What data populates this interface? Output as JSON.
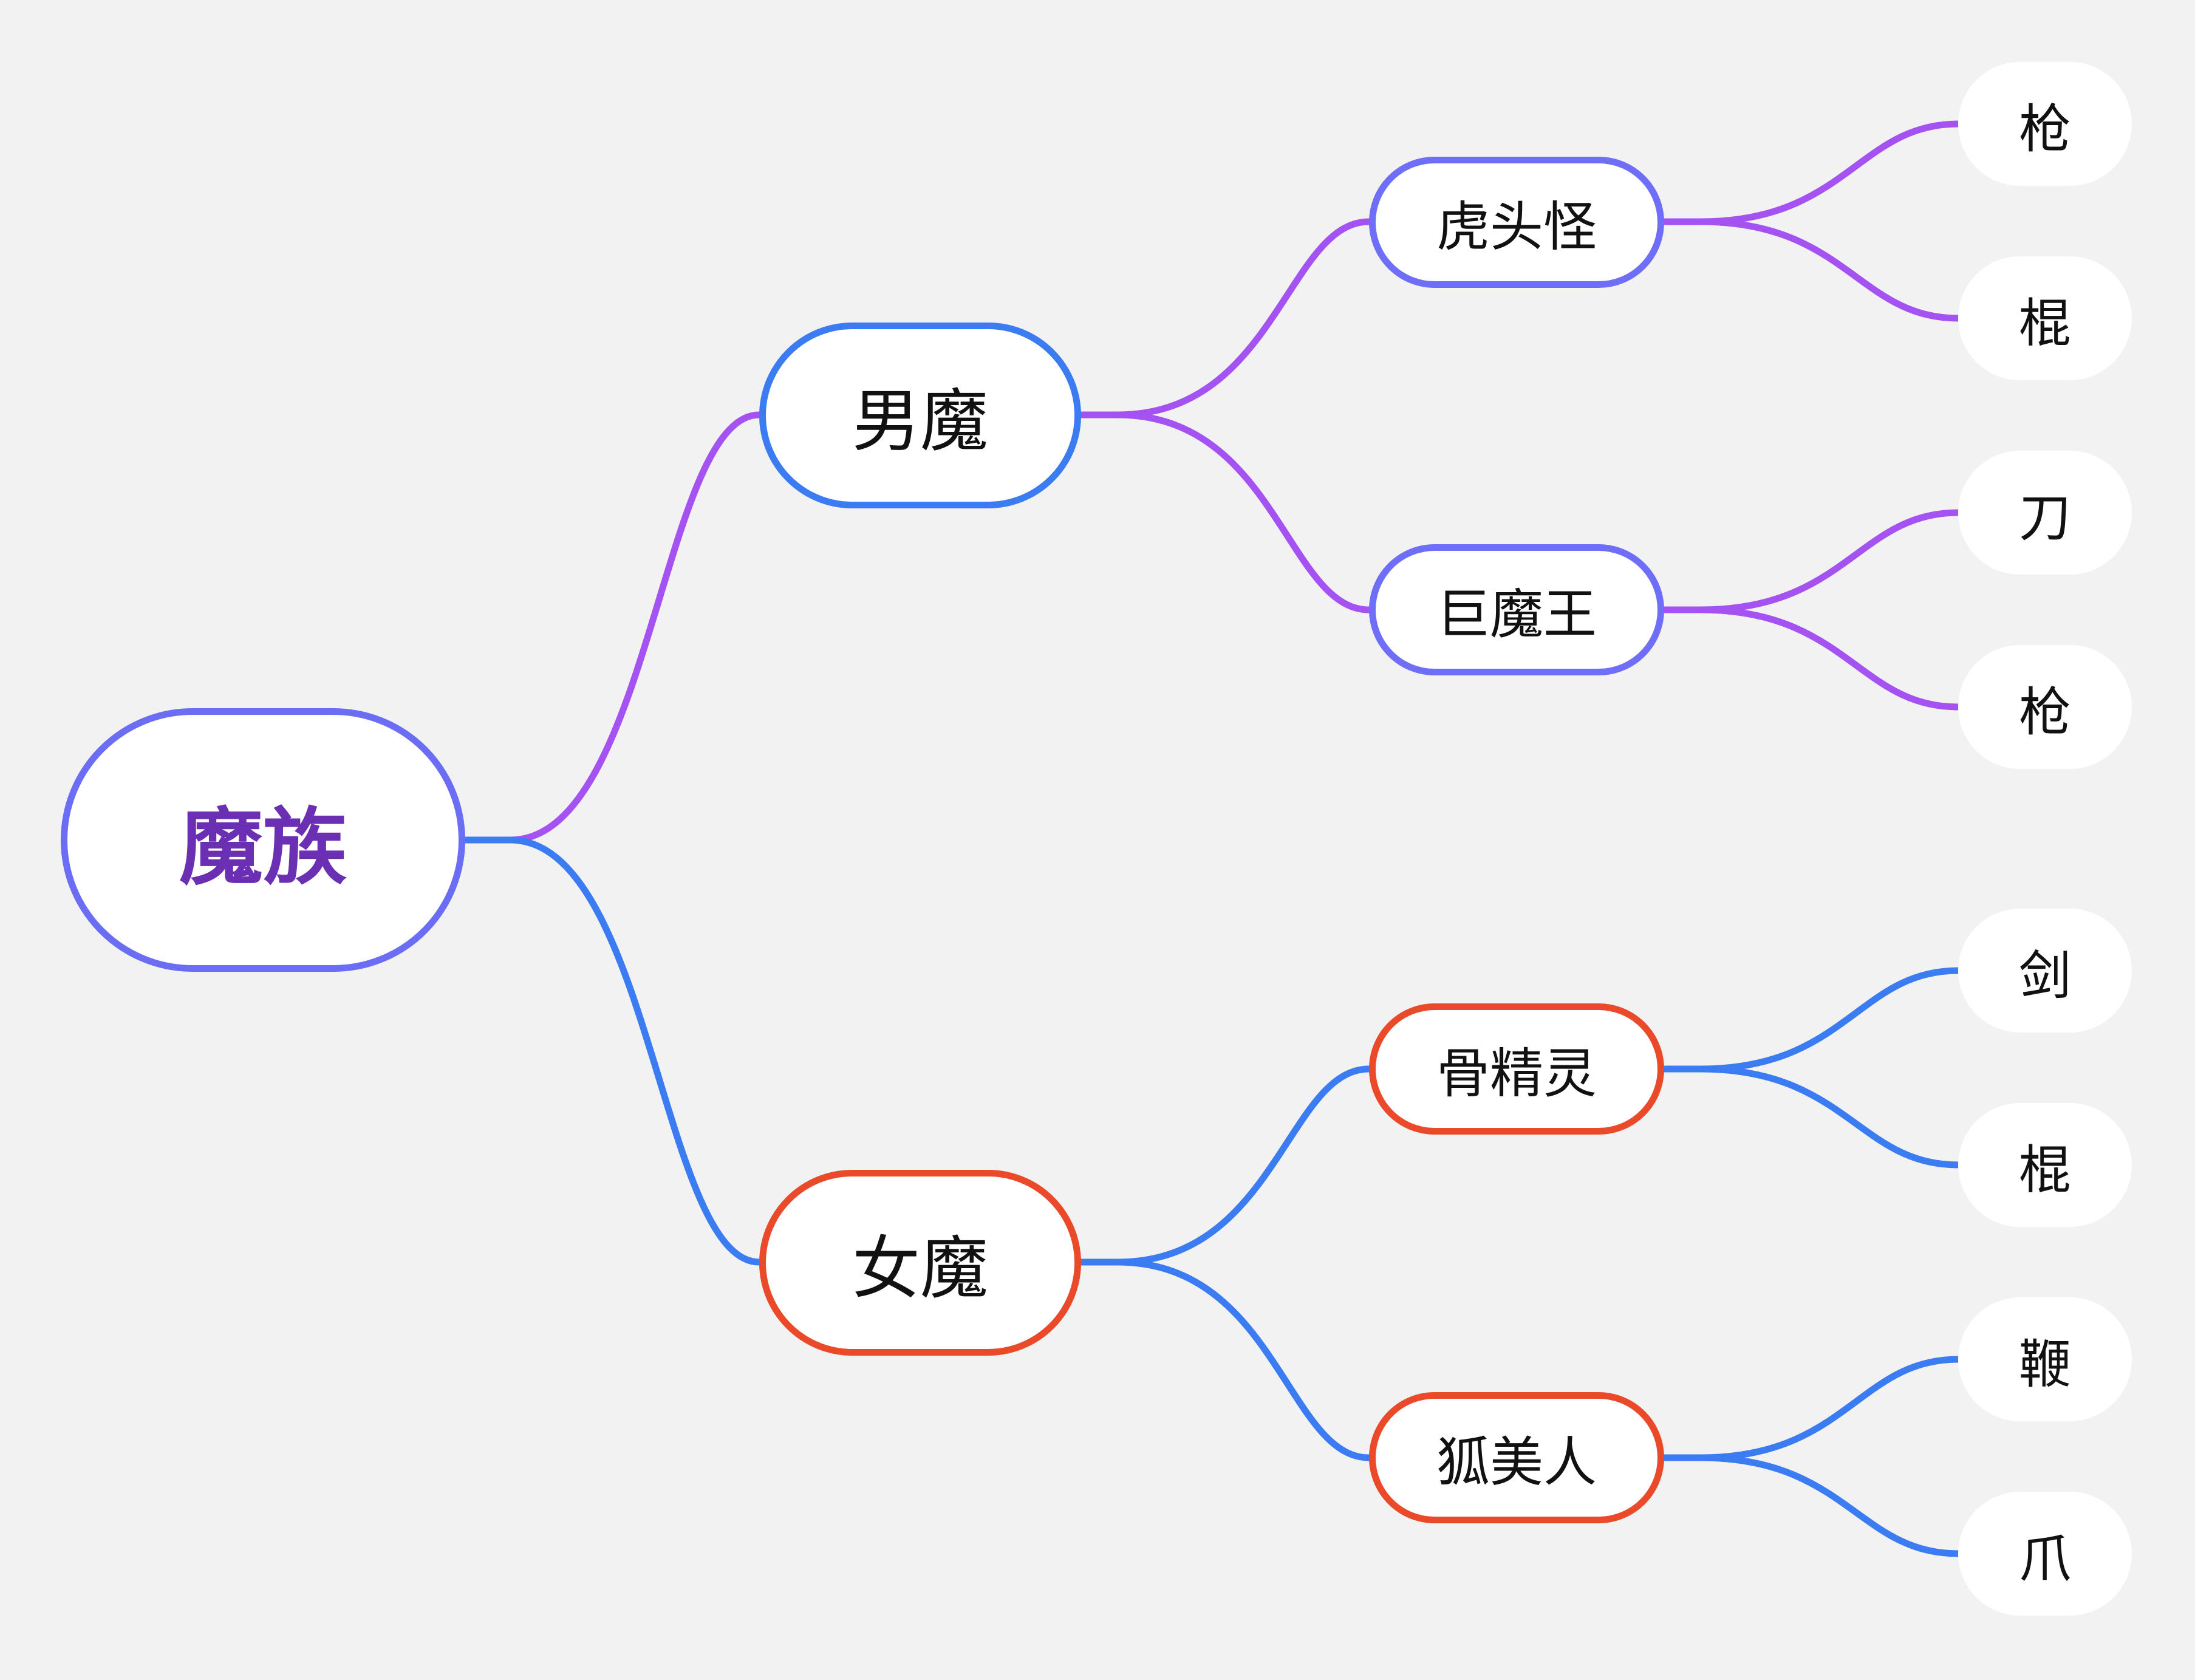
{
  "root": {
    "label": "魔族"
  },
  "branches": [
    {
      "label": "男魔",
      "color": "#a552f3",
      "children": [
        {
          "label": "虎头怪",
          "leaves": [
            "枪",
            "棍"
          ]
        },
        {
          "label": "巨魔王",
          "leaves": [
            "刀",
            "枪"
          ]
        }
      ]
    },
    {
      "label": "女魔",
      "color": "#3b7cf3",
      "children": [
        {
          "label": "骨精灵",
          "leaves": [
            "剑",
            "棍"
          ]
        },
        {
          "label": "狐美人",
          "leaves": [
            "鞭",
            "爪"
          ]
        }
      ]
    }
  ],
  "colors": {
    "background": "#f2f2f2",
    "root_border": "#6b6df5",
    "root_text": "#6a2fb3",
    "male_border": "#3b7cf3",
    "female_border": "#ea4a2a",
    "male_sub_border": "#6e6ef8",
    "female_sub_border": "#ea4a2a",
    "male_connector": "#a552f3",
    "female_connector": "#3b7cf3"
  }
}
